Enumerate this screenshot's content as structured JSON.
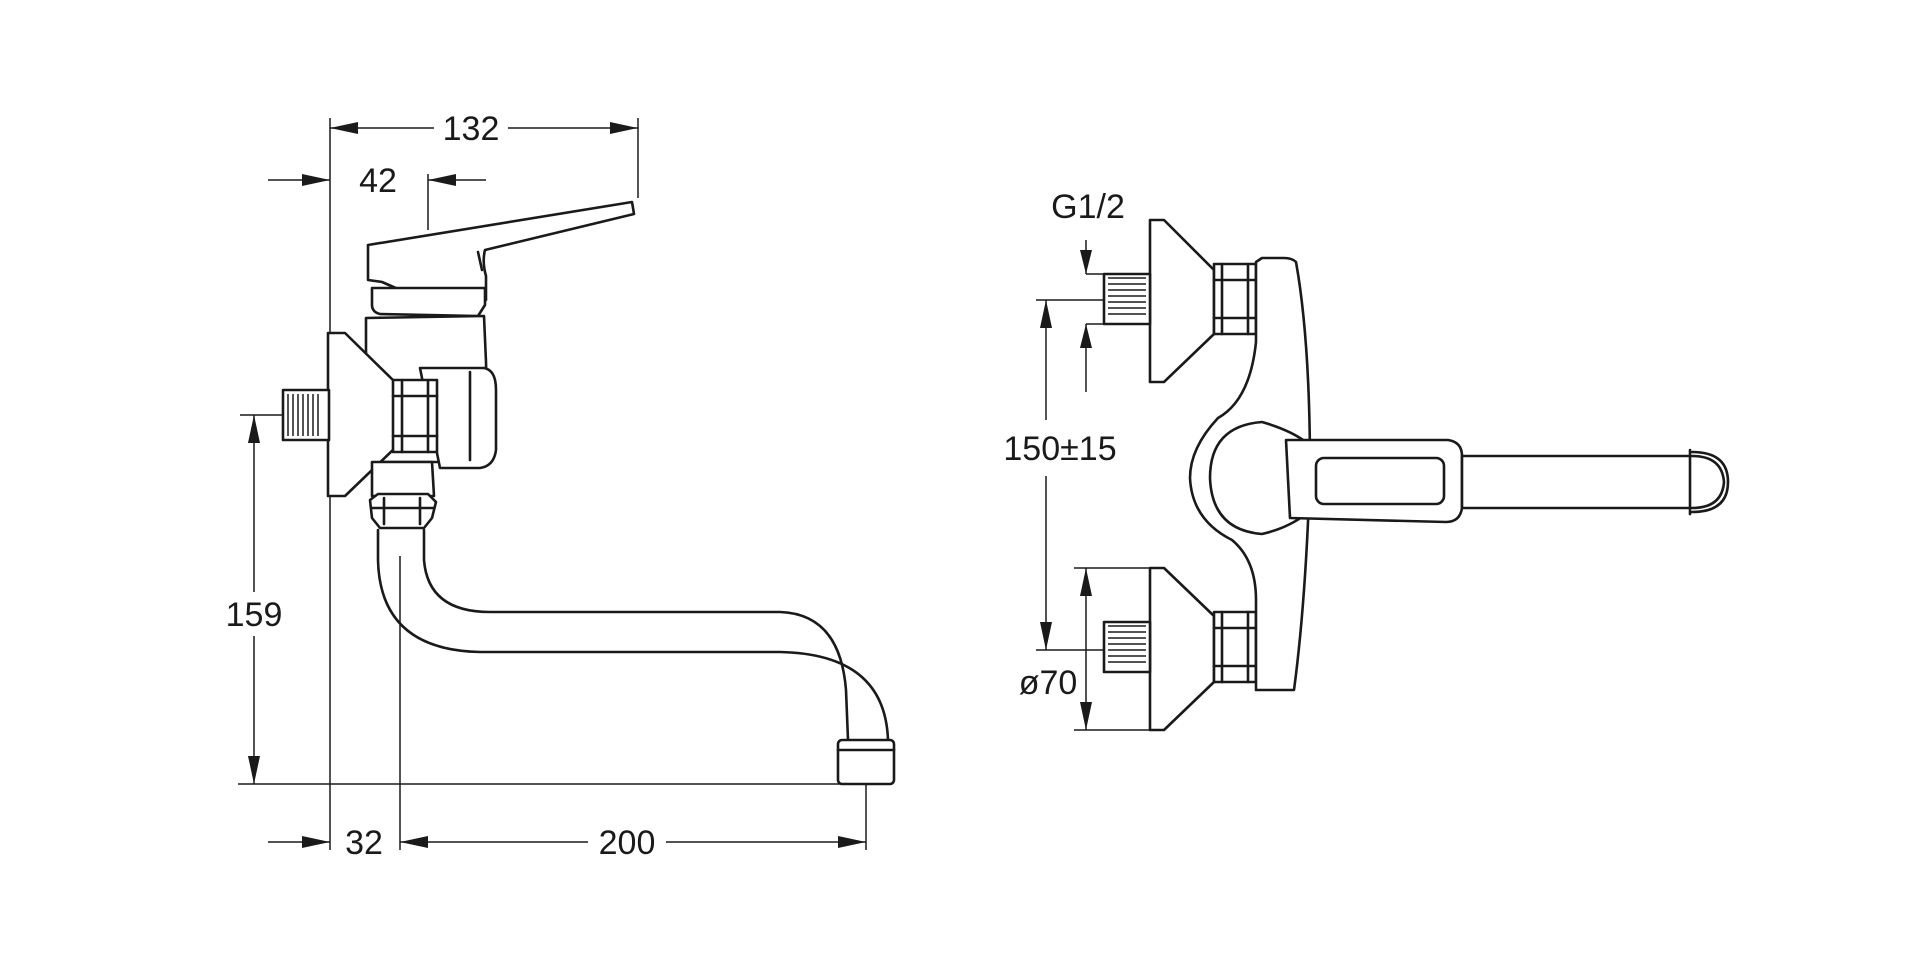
{
  "drawing": {
    "side_view": {
      "dim_width_overall": "132",
      "dim_lever_offset": "42",
      "dim_height": "159",
      "dim_wall_offset": "32",
      "dim_spout_reach": "200"
    },
    "front_view": {
      "dim_thread": "G1/2",
      "dim_centers": "150±15",
      "dim_rosette_diameter": "ø70"
    },
    "colors": {
      "line": "#1a1a1a",
      "background": "#ffffff"
    }
  }
}
